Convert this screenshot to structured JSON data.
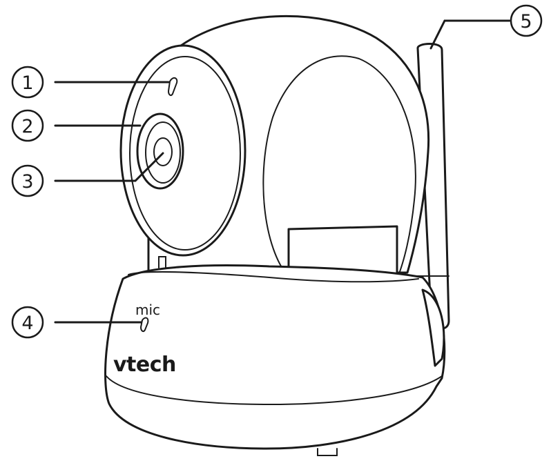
{
  "labels": {
    "mic": "mic",
    "brand": "vtech"
  },
  "callouts": [
    {
      "number": "1",
      "target": "indicator-light"
    },
    {
      "number": "2",
      "target": "lens-housing"
    },
    {
      "number": "3",
      "target": "camera-lens"
    },
    {
      "number": "4",
      "target": "microphone"
    },
    {
      "number": "5",
      "target": "antenna"
    }
  ],
  "colors": {
    "line": "#1a1a1a",
    "fill": "#ffffff"
  }
}
